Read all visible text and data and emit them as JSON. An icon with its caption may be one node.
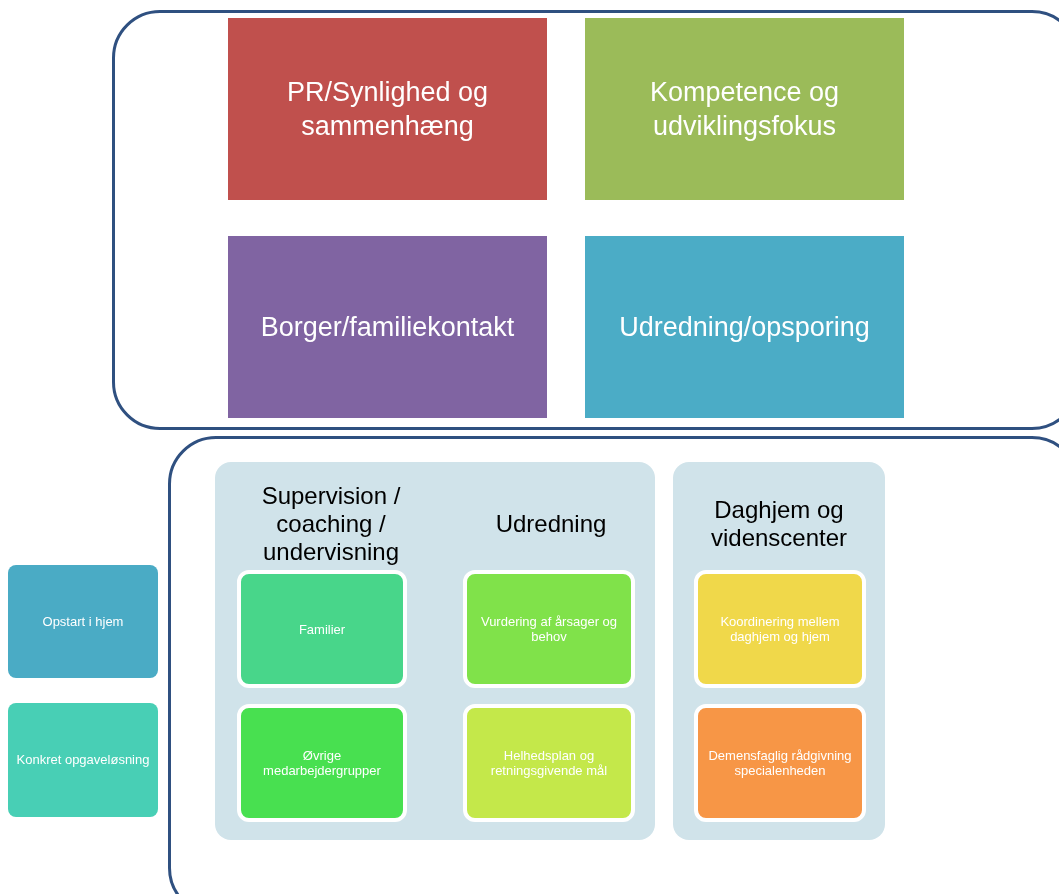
{
  "diagram": {
    "nodes": [
      {
        "text": [],
        "shape": "box"
      },
      {
        "text": [
          "PR/Synlighed og sammenhæng"
        ],
        "in": 0
      },
      {
        "text": [
          "Kompetence og udviklingsfokus"
        ],
        "in": 0
      },
      {
        "text": [
          "Borger/familiekontakt"
        ],
        "in": 0
      },
      {
        "text": [
          "Udredning/opsporing"
        ],
        "in": 0
      },
      {
        "text": [],
        "shape": "box"
      },
      {
        "text": [
          "Opstart i hjem"
        ]
      },
      {
        "text": [
          "Konkret opgaveløsning"
        ]
      },
      {
        "text": [
          "Supervision / coaching / undervisning"
        ],
        "in": 5
      },
      {
        "text": [
          "Familier"
        ],
        "in": 8
      },
      {
        "text": [
          "Øvrige medarbejdergrupper"
        ],
        "in": 8
      },
      {
        "text": [
          "Udredning"
        ],
        "in": 5
      },
      {
        "text": [
          "Vurdering af årsager og behov"
        ],
        "in": 11
      },
      {
        "text": [
          "Helhedsplan og retningsgivende mål"
        ],
        "in": 11
      },
      {
        "text": [
          "Daghjem og videnscenter"
        ],
        "in": 5
      },
      {
        "text": [
          "Koordinering mellem daghjem og hjem"
        ],
        "in": 14
      },
      {
        "text": [
          "Demensfaglig rådgivning specialenheden"
        ],
        "in": 14
      }
    ]
  }
}
